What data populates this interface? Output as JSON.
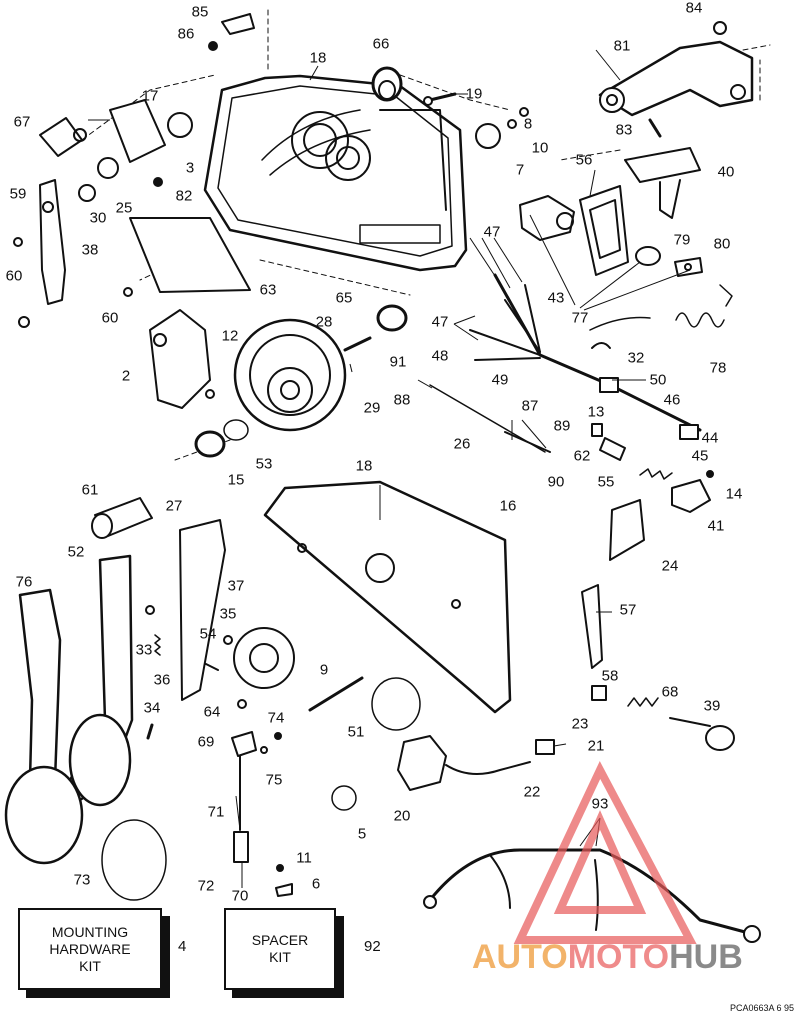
{
  "figure_code": "PCA0663A  6 95",
  "kits": [
    {
      "text": "MOUNTING\nHARDWARE\nKIT",
      "part": "4"
    },
    {
      "text": "SPACER\nKIT",
      "part": "92"
    }
  ],
  "watermark": {
    "part1": "AUTO",
    "part2": "MOTO",
    "part3": "HUB"
  },
  "callouts": [
    "85",
    "86",
    "18",
    "66",
    "84",
    "81",
    "67",
    "17",
    "19",
    "8",
    "3",
    "10",
    "83",
    "82",
    "25",
    "30",
    "7",
    "56",
    "40",
    "59",
    "38",
    "60",
    "63",
    "47",
    "79",
    "80",
    "43",
    "77",
    "65",
    "28",
    "60",
    "12",
    "47",
    "48",
    "49",
    "32",
    "78",
    "2",
    "91",
    "50",
    "29",
    "88",
    "87",
    "46",
    "44",
    "13",
    "89",
    "45",
    "26",
    "62",
    "15",
    "53",
    "90",
    "16",
    "18",
    "55",
    "14",
    "61",
    "41",
    "27",
    "24",
    "76",
    "52",
    "37",
    "57",
    "35",
    "54",
    "33",
    "36",
    "9",
    "58",
    "68",
    "39",
    "64",
    "34",
    "74",
    "23",
    "21",
    "69",
    "51",
    "75",
    "22",
    "5",
    "20",
    "71",
    "93",
    "11",
    "72",
    "70",
    "6",
    "73"
  ],
  "colors": {
    "ink": "#111111",
    "watermark_triangle": "#e85a5a",
    "wm_auto": "#f2b36a",
    "wm_moto": "#ef8b8b",
    "wm_hub": "#8a8a8a"
  }
}
